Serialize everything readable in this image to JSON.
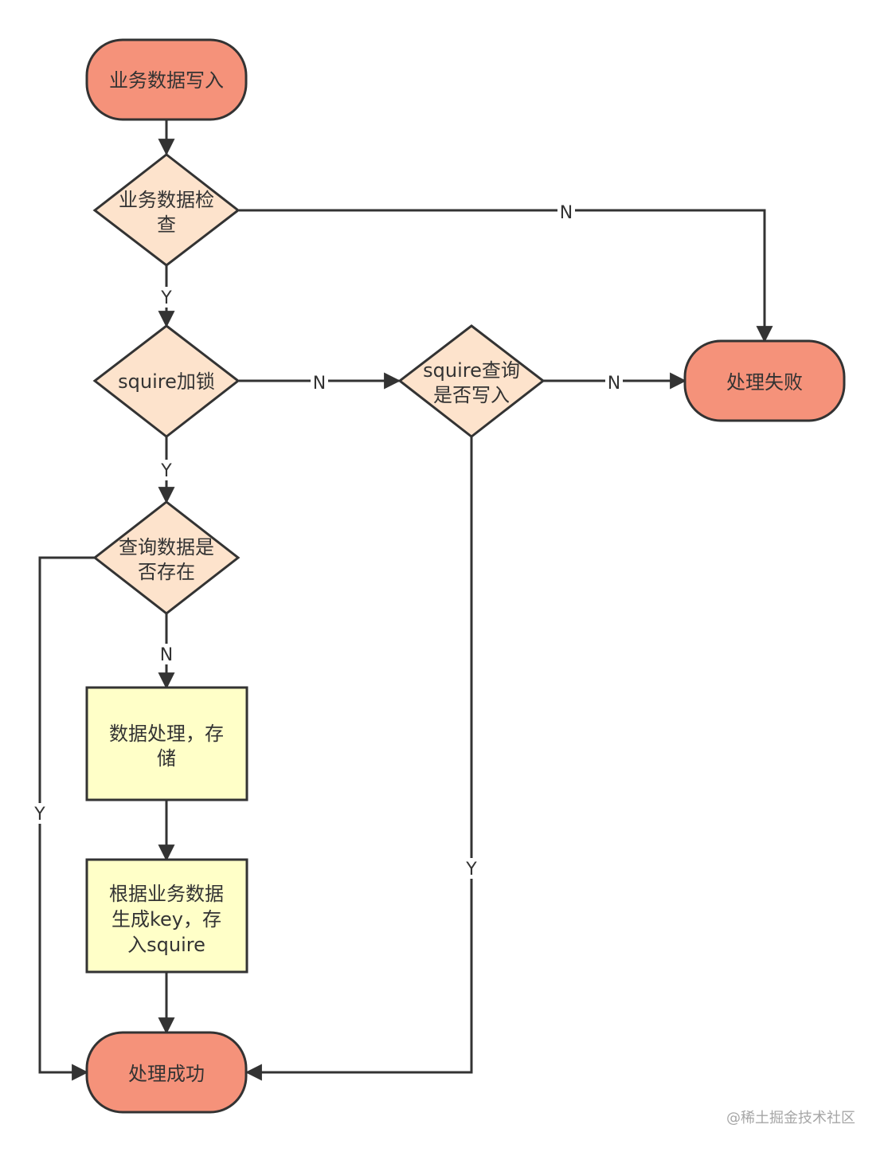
{
  "colors": {
    "terminal_fill": "#f5927a",
    "decision_fill": "#fde3cc",
    "process_fill": "#ffffc8",
    "stroke": "#333333"
  },
  "nodes": {
    "start": {
      "lines": [
        "业务数据写入"
      ]
    },
    "check": {
      "lines": [
        "业务数据检",
        "查"
      ]
    },
    "lock": {
      "lines": [
        "squire加锁"
      ]
    },
    "squire_query": {
      "lines": [
        "squire查询",
        "是否写入"
      ]
    },
    "fail": {
      "lines": [
        "处理失败"
      ]
    },
    "exists": {
      "lines": [
        "查询数据是",
        "否存在"
      ]
    },
    "process": {
      "lines": [
        "数据处理，存",
        "储"
      ]
    },
    "keygen": {
      "lines": [
        "根据业务数据",
        "生成key，存",
        "入squire"
      ]
    },
    "success": {
      "lines": [
        "处理成功"
      ]
    }
  },
  "edge_labels": {
    "check_fail": "N",
    "check_lock": "Y",
    "lock_query": "N",
    "query_fail": "N",
    "lock_exists": "Y",
    "exists_process": "N",
    "exists_success": "Y",
    "query_success": "Y"
  },
  "watermark": "@稀土掘金技术社区"
}
